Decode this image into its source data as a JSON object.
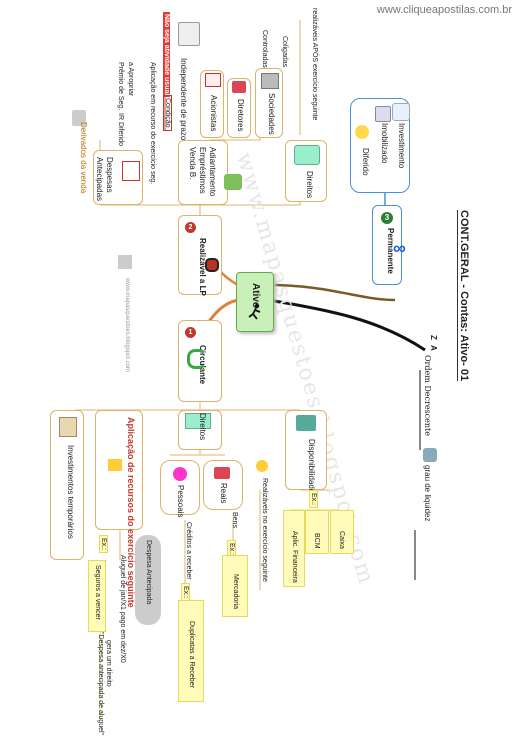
{
  "header": {
    "url": "www.cliqueapostilas.com.br"
  },
  "title": "CONT.GERAL - Contas: Ativo- 01",
  "central": {
    "label": "Ativo"
  },
  "ordem": {
    "arrow_top": "Z",
    "arrow_bottom": "A",
    "label": "Ordem Decrescente",
    "liquidez": "grau de liquidez"
  },
  "watermark": "www.mapasquestoes.blogspot.com",
  "watermark_small": "www.mapasquestoes.blogspot.com",
  "permanente": {
    "num": "3",
    "label": "Permanente",
    "symbol": "∞",
    "items": [
      "Investimento",
      "Imobilizado",
      "Diferido"
    ]
  },
  "realizavel": {
    "num": "2",
    "label": "Realizável a LP",
    "direitos": "Direitos",
    "realizaveis_apos": "realizáveis APÓS exercício seguinte",
    "adiantamentos": [
      "Adiantamento",
      "Empréstimos",
      "Venda B."
    ],
    "sociedades": "Sociedades",
    "coligadas": [
      "Coligadas",
      "Controladas"
    ],
    "diretores": "Diretores",
    "acionistas": "Acionistas",
    "nao_atividade": "Não seja atividade usual",
    "independente": "Independente de prazo",
    "aplicacao_recurso": "Aplicação em recurso do exercício seg.",
    "a_apropriar": "a Apropriar",
    "premio_seg": "Prêmio de Seg.",
    "ir_diferido": "IR Diferido",
    "condicao": "Condição",
    "despesas_antecipadas": [
      "Despesas",
      "Antecipadas"
    ],
    "derivados_venda": "Derivados da venda"
  },
  "circulante": {
    "num": "1",
    "label": "Circulante",
    "disponibilidade": "Disponibilidade",
    "ex": "Ex.:",
    "caixa": "Caixa",
    "bcm": "BCM",
    "aplic_financeira": "Aplic. Financeira",
    "realizaveis_no": "Realizáveis no exercício seguinte",
    "direitos": "Direitos",
    "reais": "Reais",
    "bens": "Bens",
    "mercadoria": "Mercadoria",
    "pessoais": "Pessoais",
    "creditos": "Créditos a receber",
    "duplicatas": "Duplicatas a Receber",
    "aplicacao_recursos": "Aplicação de recursos do exercício seguinte",
    "despesa_antecipada": "Despesa Antecipada",
    "aluguel": "Aluguel de jan/X1 pago em dez/X0",
    "gera_direito": "gera um direito",
    "despesa_aluguel": "\"Despesa antecipada de aluguel\"",
    "seguros": "Seguros a vencer",
    "investimentos_temp": "Investimentos temporários"
  },
  "colors": {
    "accent": "#e0b36a",
    "central_bg": "#c9f0b8",
    "yellow": "#fffbb8"
  }
}
